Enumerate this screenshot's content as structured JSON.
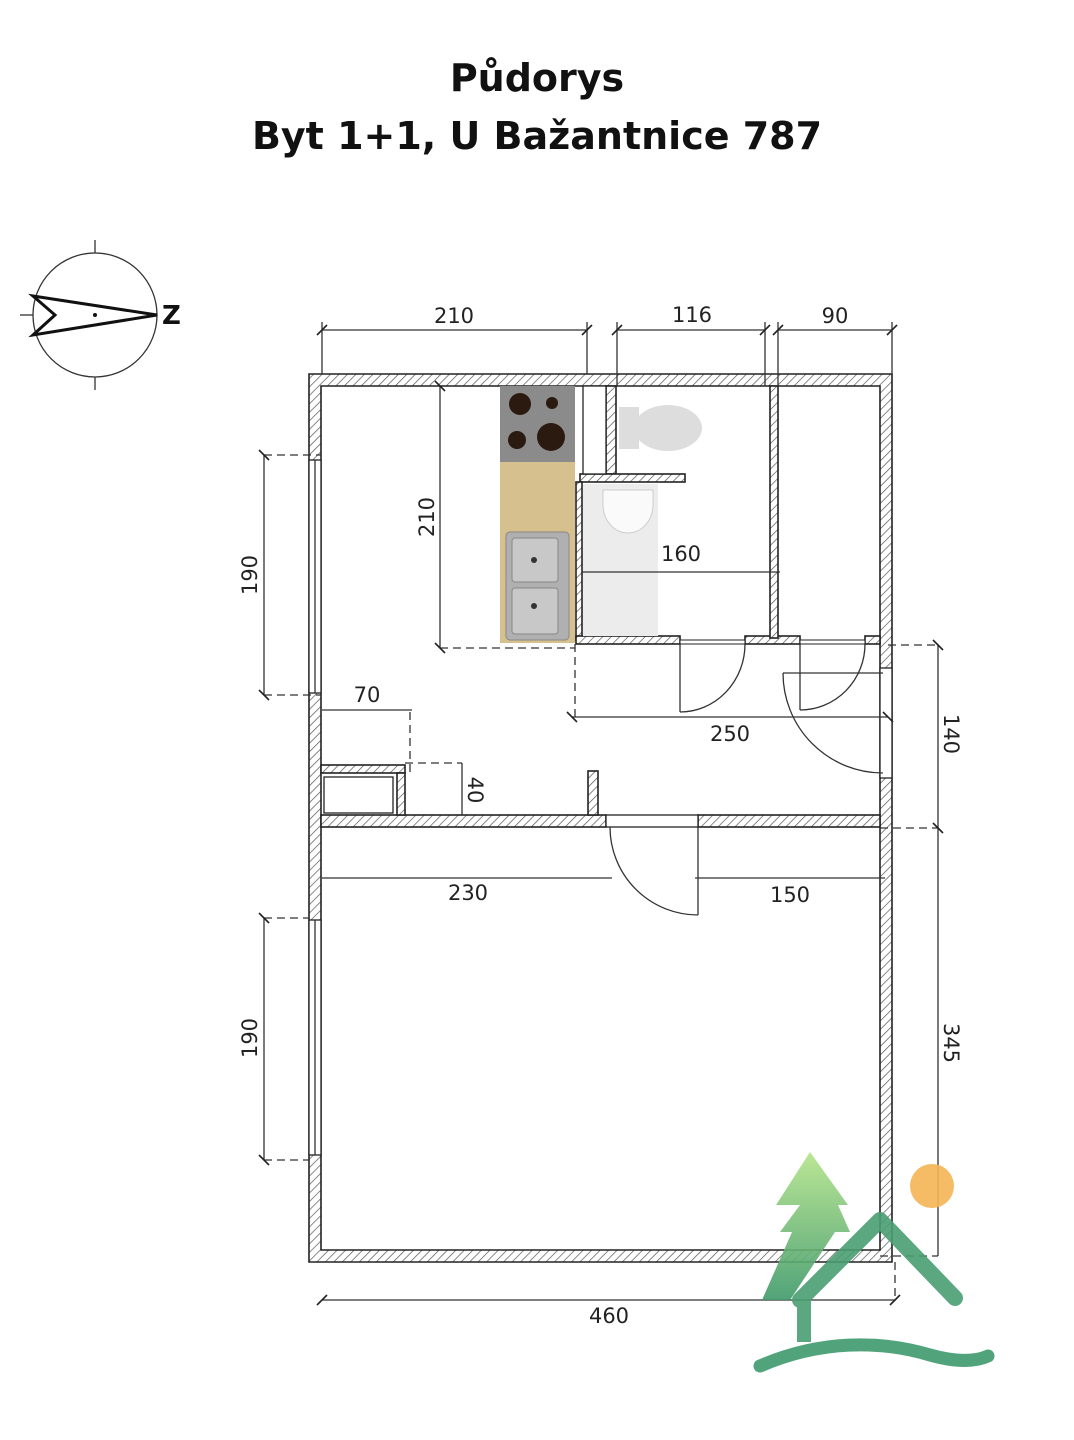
{
  "title": {
    "line1": "Půdorys",
    "line2": "Byt 1+1, U Bažantnice 787"
  },
  "compass": {
    "direction_label": "Z",
    "icon": "north-arrow-icon"
  },
  "dimensions": {
    "top_kitchen": "210",
    "top_bathroom": "116",
    "top_closet": "90",
    "kitchen_depth": "210",
    "bathroom_width": "160",
    "left_window_upper": "190",
    "niche_width": "70",
    "niche_depth": "40",
    "hall_length": "250",
    "entrance_height": "140",
    "room_left": "230",
    "room_right": "150",
    "left_window_lower": "190",
    "room_depth": "345",
    "total_width": "460"
  },
  "logo": {
    "icon": "tree-house-logo",
    "colors": {
      "green": "#4caf6e",
      "sun": "#f6b455"
    }
  }
}
